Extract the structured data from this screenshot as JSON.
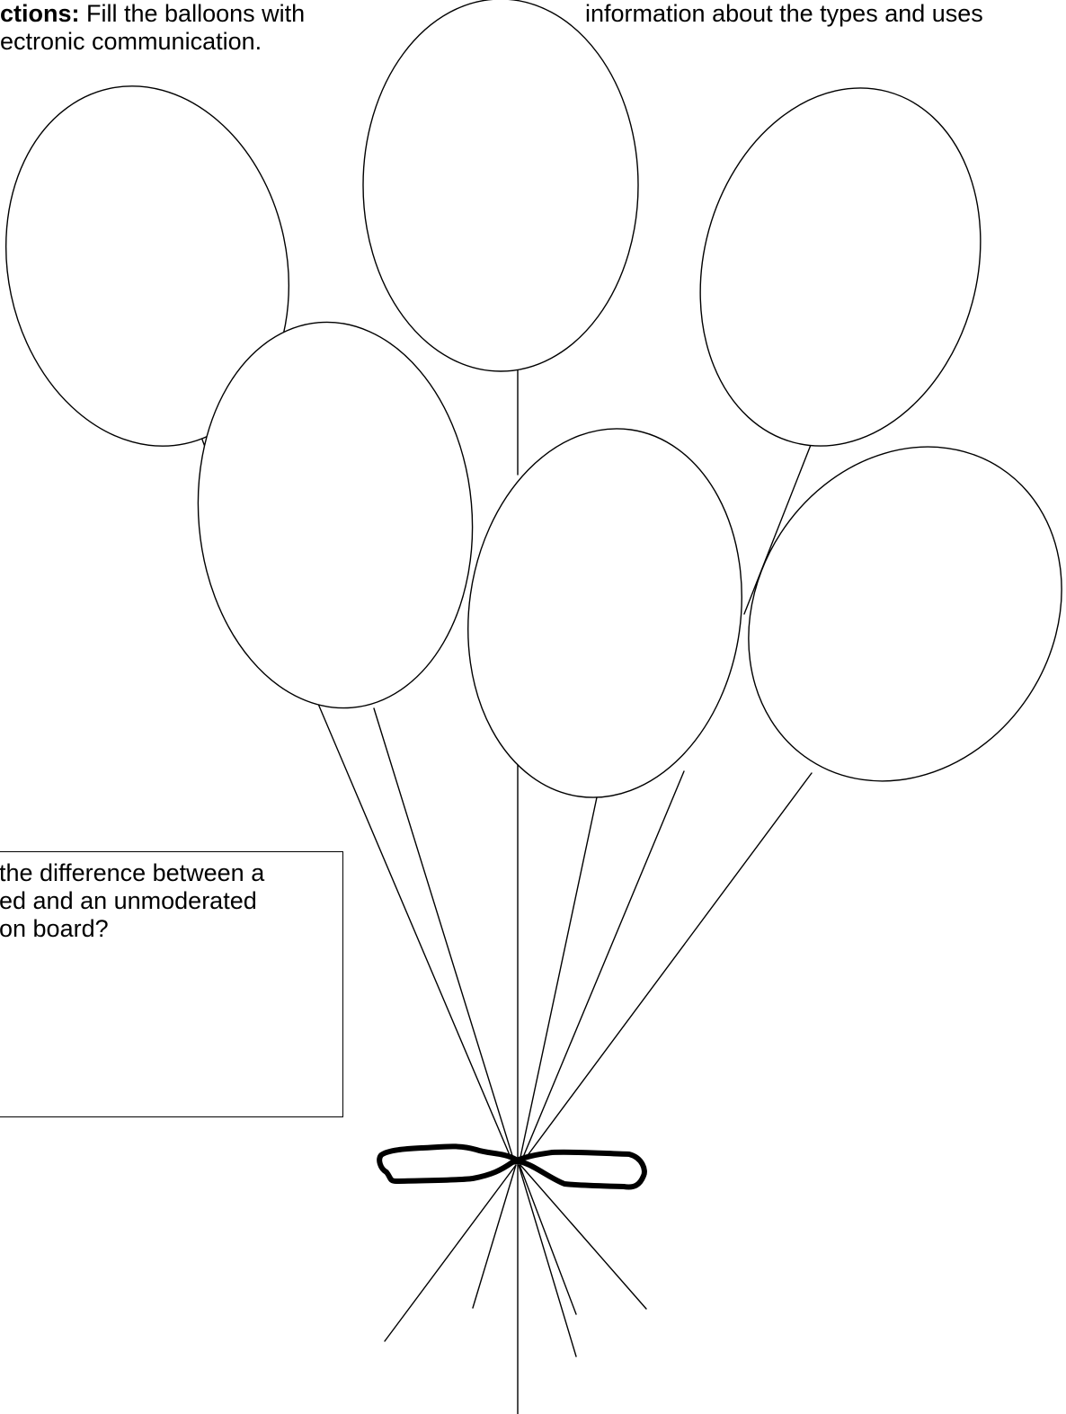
{
  "directions": {
    "label": "ctions:",
    "line1_rest": " Fill the balloons with",
    "line2": "ectronic communication."
  },
  "header_right": {
    "line1": "information about the types and uses"
  },
  "question_box": {
    "lines": [
      "the difference between a",
      "ed and an unmoderated",
      "on board?"
    ]
  },
  "balloons": [
    {
      "name": "balloon-upper-left"
    },
    {
      "name": "balloon-top-center"
    },
    {
      "name": "balloon-upper-right"
    },
    {
      "name": "balloon-middle-left"
    },
    {
      "name": "balloon-middle-center"
    },
    {
      "name": "balloon-lower-right"
    }
  ],
  "colors": {
    "ink": "#000000",
    "paper": "#ffffff"
  }
}
